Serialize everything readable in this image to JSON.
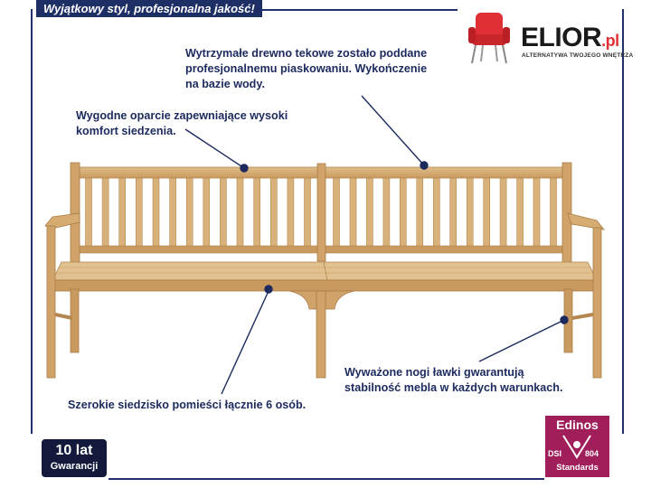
{
  "banner": {
    "text": "Wyjątkowy styl, profesjonalna jakość!"
  },
  "logo": {
    "name": "ELIOR",
    "suffix": ".pl",
    "tagline": "ALTERNATYWA TWOJEGO WNĘTRZA",
    "icon": "armchair-icon"
  },
  "callouts": {
    "wood": [
      "Wytrzymałe drewno tekowe zostało poddane",
      "profesjonalnemu piaskowaniu. Wykończenie",
      "na bazie wody."
    ],
    "backrest": [
      "Wygodne oparcie zapewniające wysoki",
      "komfort siedzenia."
    ],
    "legs": [
      "Wyważone nogi ławki gwarantują",
      "stabilność mebla w każdych warunkach."
    ],
    "seat": [
      "Szerokie siedzisko pomieści łącznie 6 osób."
    ]
  },
  "warranty": {
    "big": "10 lat",
    "small": "Gwarancji"
  },
  "certificate": {
    "title": "Edinos",
    "dsi": "DSI",
    "number": "804",
    "standards": "Standards"
  },
  "colors": {
    "navy": "#1e2f66",
    "wood": "#d7b07a",
    "wood_dark": "#b88a52",
    "magenta": "#a01f5b",
    "brand_red": "#e03035"
  }
}
